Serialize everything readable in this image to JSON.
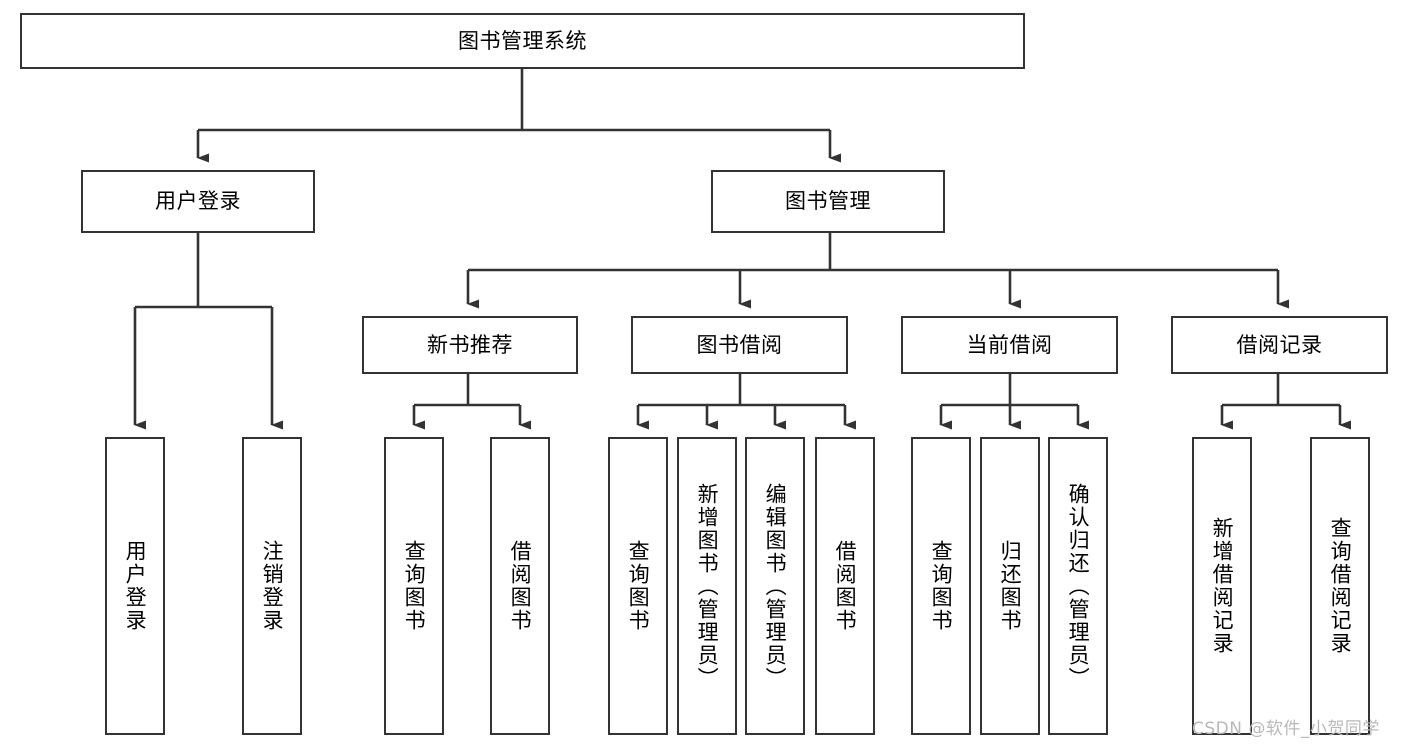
{
  "diagram": {
    "type": "tree",
    "title": "图书管理系统",
    "colors": {
      "box_border": "#333333",
      "box_fill": "#ffffff",
      "connector": "#333333",
      "text": "#000000",
      "watermark": "#b9b9b9"
    },
    "levels": {
      "root": {
        "label": "图书管理系统"
      },
      "level2": [
        {
          "label": "用户登录"
        },
        {
          "label": "图书管理"
        }
      ],
      "level3": [
        {
          "label": "新书推荐"
        },
        {
          "label": "图书借阅"
        },
        {
          "label": "当前借阅"
        },
        {
          "label": "借阅记录"
        }
      ],
      "leaves": [
        {
          "label": "用户登录",
          "parent": "用户登录"
        },
        {
          "label": "注销登录",
          "parent": "用户登录"
        },
        {
          "label": "查询图书",
          "parent": "新书推荐"
        },
        {
          "label": "借阅图书",
          "parent": "新书推荐"
        },
        {
          "label": "查询图书",
          "parent": "图书借阅"
        },
        {
          "label": "新增图书（管理员）",
          "parent": "图书借阅"
        },
        {
          "label": "编辑图书（管理员）",
          "parent": "图书借阅"
        },
        {
          "label": "借阅图书",
          "parent": "图书借阅"
        },
        {
          "label": "查询图书",
          "parent": "当前借阅"
        },
        {
          "label": "归还图书",
          "parent": "当前借阅"
        },
        {
          "label": "确认归还（管理员）",
          "parent": "当前借阅"
        },
        {
          "label": "新增借阅记录",
          "parent": "借阅记录"
        },
        {
          "label": "查询借阅记录",
          "parent": "借阅记录"
        }
      ]
    },
    "watermark": "CSDN @软件_小贺同学"
  }
}
